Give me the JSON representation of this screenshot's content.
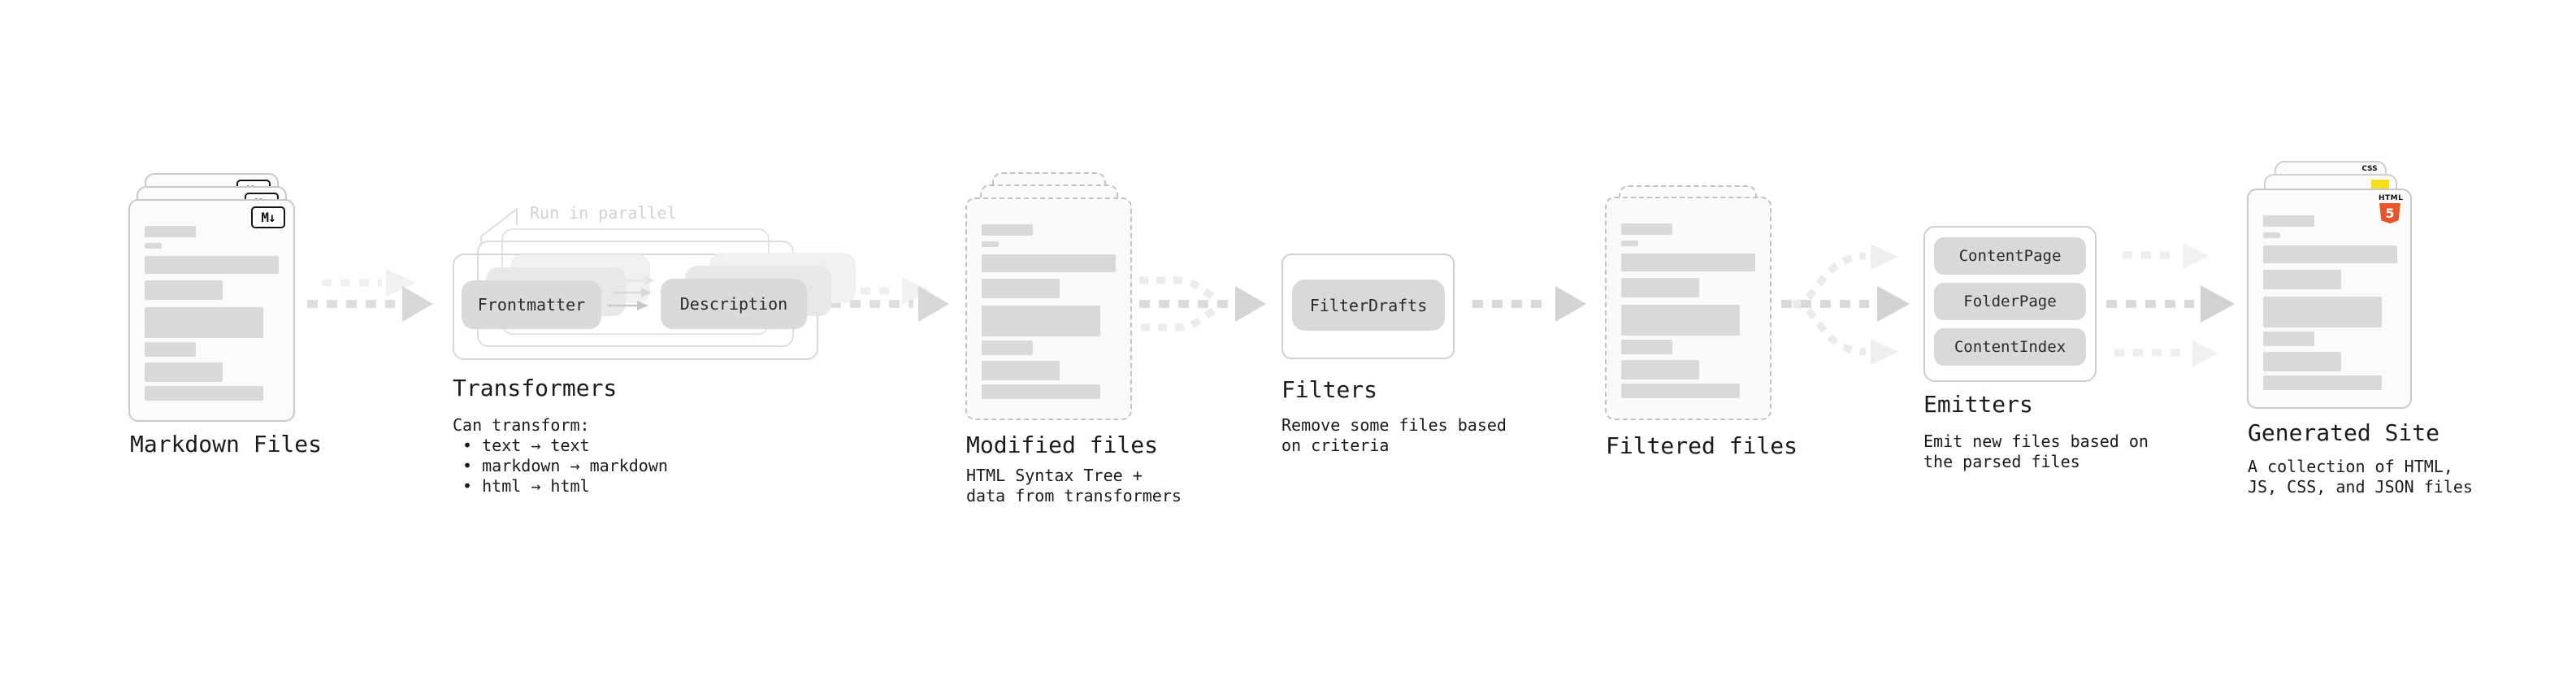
{
  "stages": {
    "markdown": {
      "label": "Markdown Files"
    },
    "transformers": {
      "label": "Transformers",
      "annotation": "Run in parallel",
      "pill_left": "Frontmatter",
      "pill_right": "Description",
      "note": "Can transform:\n • text → text\n • markdown → markdown\n • html → html"
    },
    "modified": {
      "label": "Modified files",
      "note": "HTML Syntax Tree +\ndata from transformers"
    },
    "filters": {
      "label": "Filters",
      "pill": "FilterDrafts",
      "note": "Remove some files based\non criteria"
    },
    "filtered": {
      "label": "Filtered files"
    },
    "emitters": {
      "label": "Emitters",
      "pills": [
        "ContentPage",
        "FolderPage",
        "ContentIndex"
      ],
      "note": "Emit new files based on\nthe parsed files"
    },
    "generated": {
      "label": "Generated Site",
      "note": "A collection of HTML,\nJS, CSS, and JSON files"
    }
  },
  "badges": {
    "markdown": "M↓",
    "html_word": "HTML",
    "html_number": "5",
    "css_word": "CSS"
  },
  "colors": {
    "html5_orange": "#e8542c",
    "js_yellow": "#f7df1e",
    "css_blue": "#2d65f2",
    "ink": "#1b1b1b",
    "pill_gray": "#dadada",
    "annotation_gray": "#d2d2d2"
  }
}
